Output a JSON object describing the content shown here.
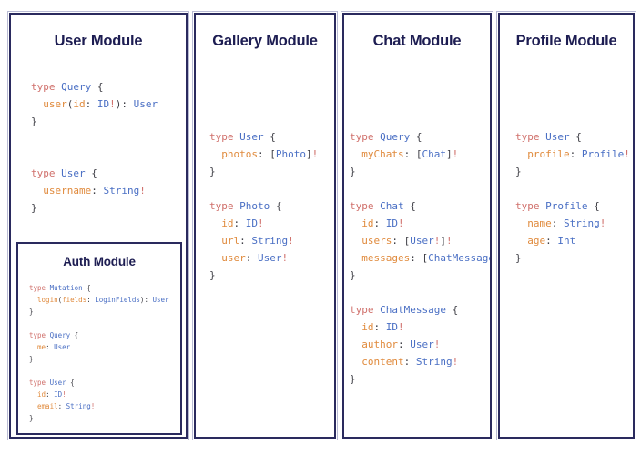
{
  "meta": {
    "background": "#ffffff",
    "border_color": "#2a2a5e",
    "title_color": "#1d1d52",
    "keyword_color": "#d0706b",
    "type_color": "#4a6fc4",
    "field_color": "#e08a3c",
    "punct_color": "#3f3f46"
  },
  "columns": [
    {
      "id": "user-module",
      "title": "User Module",
      "code_lines": [
        "type Query {",
        "  user(id: ID!): User",
        "}",
        "",
        "",
        "type User {",
        "  username: String!",
        "}"
      ],
      "subcard": {
        "id": "auth-module",
        "title": "Auth Module",
        "code_lines": [
          "type Mutation {",
          "  login(fields: LoginFields): User",
          "}",
          "",
          "type Query {",
          "  me: User",
          "}",
          "",
          "type User {",
          "  id: ID!",
          "  email: String!",
          "}"
        ]
      }
    },
    {
      "id": "gallery-module",
      "title": "Gallery Module",
      "code_lines": [
        "type User {",
        "  photos: [Photo]!",
        "}",
        "",
        "type Photo {",
        "  id: ID!",
        "  url: String!",
        "  user: User!",
        "}"
      ]
    },
    {
      "id": "chat-module",
      "title": "Chat Module",
      "code_lines": [
        "type Query {",
        "  myChats: [Chat]!",
        "}",
        "",
        "type Chat {",
        "  id: ID!",
        "  users: [User!]!",
        "  messages: [ChatMessage]!",
        "}",
        "",
        "type ChatMessage {",
        "  id: ID!",
        "  author: User!",
        "  content: String!",
        "}"
      ]
    },
    {
      "id": "profile-module",
      "title": "Profile Module",
      "code_lines": [
        "type User {",
        "  profile: Profile!",
        "}",
        "",
        "type Profile {",
        "  name: String!",
        "  age: Int",
        "}"
      ]
    }
  ]
}
